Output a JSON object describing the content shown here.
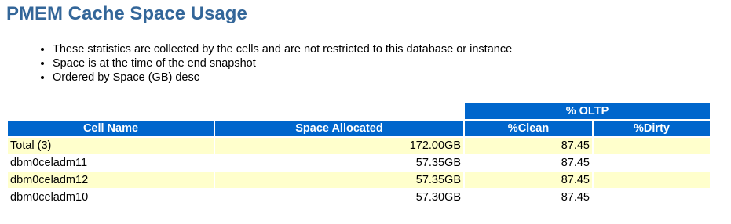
{
  "title": "PMEM Cache Space Usage",
  "notes": [
    "These statistics are collected by the cells and are not restricted to this database or instance",
    "Space is at the time of the end snapshot",
    "Ordered by Space (GB) desc"
  ],
  "table": {
    "group_header": "% OLTP",
    "columns": [
      "Cell Name",
      "Space Allocated",
      "%Clean",
      "%Dirty"
    ],
    "rows": [
      {
        "cell": "Total (3)",
        "space": "172.00GB",
        "clean": "87.45",
        "dirty": ""
      },
      {
        "cell": "dbm0celadm11",
        "space": "57.35GB",
        "clean": "87.45",
        "dirty": ""
      },
      {
        "cell": "dbm0celadm12",
        "space": "57.35GB",
        "clean": "87.45",
        "dirty": ""
      },
      {
        "cell": "dbm0celadm10",
        "space": "57.30GB",
        "clean": "87.45",
        "dirty": ""
      }
    ]
  },
  "colors": {
    "title": "#336699",
    "header_bg": "#0066cc",
    "row_alt_bg": "#ffffcc"
  }
}
